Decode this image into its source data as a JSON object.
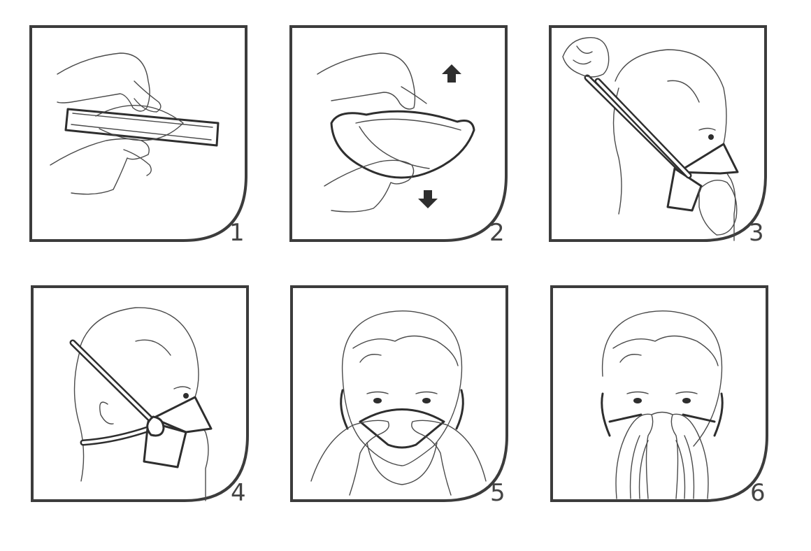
{
  "steps": [
    {
      "number": "1"
    },
    {
      "number": "2"
    },
    {
      "number": "3"
    },
    {
      "number": "4"
    },
    {
      "number": "5"
    },
    {
      "number": "6"
    }
  ],
  "colors": {
    "line": "#3c3c3c",
    "background": "#ffffff"
  }
}
